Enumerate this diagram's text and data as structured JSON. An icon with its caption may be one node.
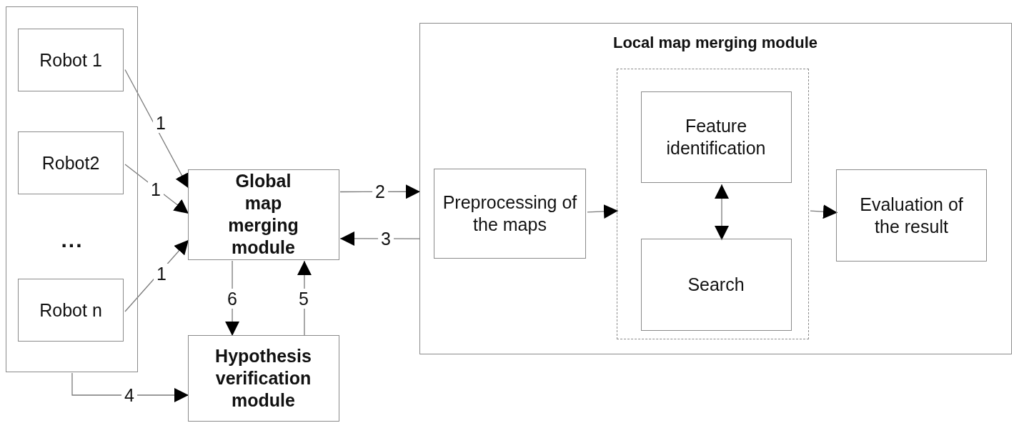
{
  "diagram": {
    "nodes": [
      {
        "text": [],
        "shape": "box"
      },
      {
        "text": [
          "Robot 1"
        ],
        "in": 0
      },
      {
        "text": [
          "Robot2"
        ],
        "in": 0
      },
      {
        "text": [
          "Robot n"
        ],
        "in": 0
      },
      {
        "text": [
          "Global map merging module"
        ]
      },
      {
        "text": [
          "Hypothesis verification module"
        ]
      },
      {
        "text": [
          "Local map merging module"
        ]
      },
      {
        "text": [
          "Preprocessing of the maps"
        ],
        "in": 6
      },
      {
        "text": [],
        "shape": "box",
        "in": 6
      },
      {
        "text": [
          "Feature identification"
        ],
        "in": 8
      },
      {
        "text": [
          "Search"
        ],
        "in": 8
      },
      {
        "text": [
          "Evaluation of the result"
        ],
        "in": 6
      }
    ],
    "edges": [
      {
        "from": 1,
        "to": 4,
        "arrow": "to",
        "label": "1"
      },
      {
        "from": 2,
        "to": 4,
        "arrow": "to",
        "label": "1"
      },
      {
        "from": 3,
        "to": 4,
        "arrow": "to",
        "label": "1"
      },
      {
        "from": 4,
        "to": 6,
        "arrow": "to",
        "label": "2"
      },
      {
        "from": 6,
        "to": 4,
        "arrow": "to",
        "label": "3"
      },
      {
        "from": 0,
        "to": 5,
        "arrow": "to",
        "label": "4"
      },
      {
        "from": 5,
        "to": 4,
        "arrow": "to",
        "label": "5"
      },
      {
        "from": 4,
        "to": 5,
        "arrow": "to",
        "label": "6"
      },
      {
        "from": 7,
        "to": 8,
        "arrow": "to"
      },
      {
        "from": 9,
        "to": 10,
        "arrow": "both"
      },
      {
        "from": 8,
        "to": 11,
        "arrow": "to"
      }
    ],
    "labels": [
      "..."
    ]
  }
}
